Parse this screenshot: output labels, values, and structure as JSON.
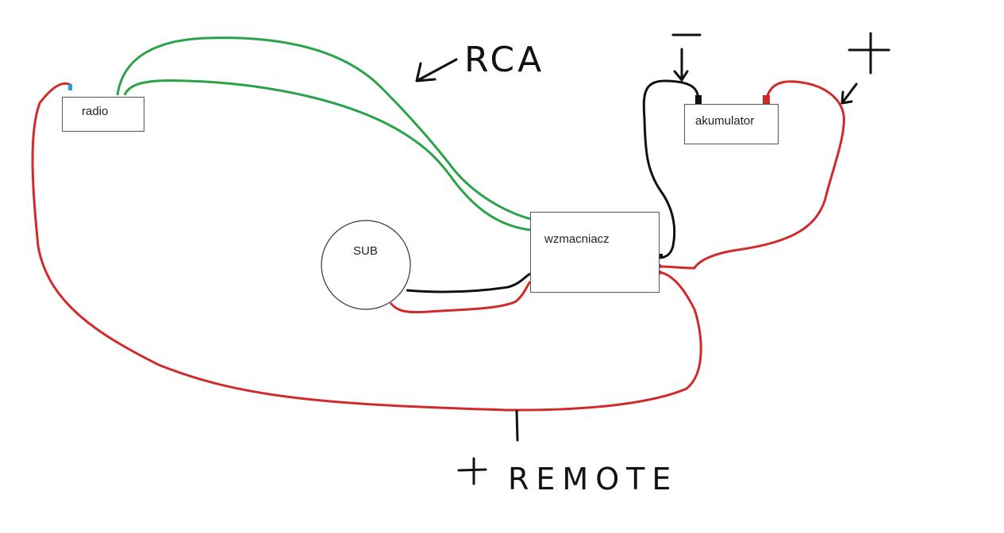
{
  "components": {
    "radio": "radio",
    "battery": "akumulator",
    "amplifier": "wzmacniacz",
    "subwoofer": "SUB"
  },
  "annotations": {
    "rca": "RCA",
    "remote": "REMOTE",
    "minus": "−",
    "plus": "+"
  },
  "colors": {
    "rca_wire": "#2aa24a",
    "power_wire": "#d02a2a",
    "ground_wire": "#111111",
    "remote_terminal": "#22a0e0"
  }
}
